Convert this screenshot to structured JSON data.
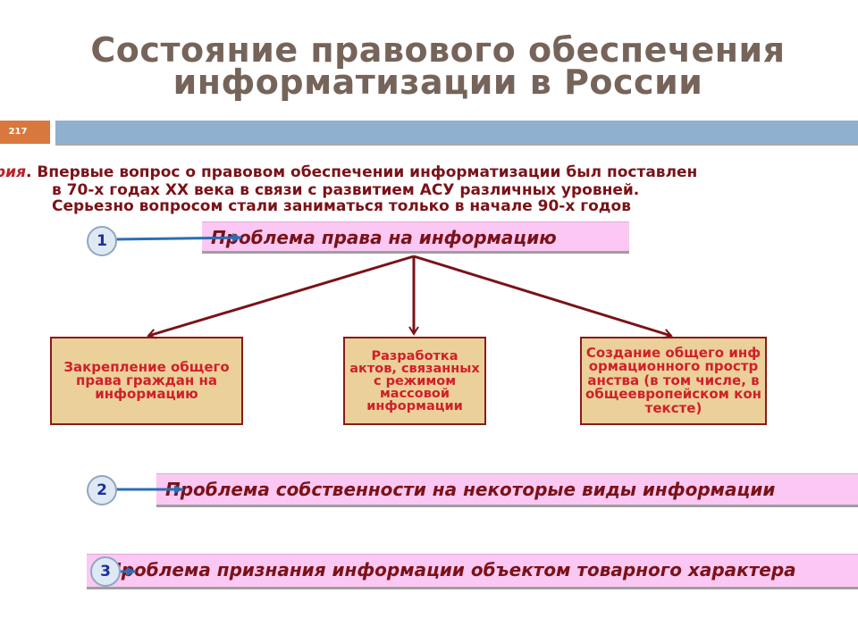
{
  "slide": {
    "title_line1": "Состояние правового обеспечения",
    "title_line2": "информатизации в России",
    "number": "217"
  },
  "intro": {
    "lead": "рия",
    "line1": ". Впервые вопрос о правовом обеспечении информатизации был поставлен",
    "line2": "в 70-х годах XX века в связи с развитием АСУ различных уровней.",
    "line3": "Серьезно вопросом стали заниматься только в начале 90-х годов"
  },
  "problems": [
    {
      "number": "1",
      "label": "Проблема права на информацию"
    },
    {
      "number": "2",
      "label": "Проблема собственности на некоторые виды информации"
    },
    {
      "number": "3",
      "label": "Проблема признания информации объектом товарного характера"
    }
  ],
  "subitems": [
    {
      "label": "Закрепление общего права граждан на информацию"
    },
    {
      "label": "Разработка актов, связанных с режимом массовой информации"
    },
    {
      "label": "Создание общего информационного пространства (в том числе, в общеевропейском контексте)"
    }
  ],
  "colors": {
    "title": "#76645a",
    "accent_orange": "#d9783e",
    "accent_blue": "#8fb0cf",
    "text_dark_red": "#7a1218",
    "text_red": "#d0202a",
    "problem_fill": "#fbc8f4",
    "subbox_fill": "#ebd09a",
    "arrow_dark_red": "#7a1218",
    "connector_blue": "#2a6fb5"
  }
}
